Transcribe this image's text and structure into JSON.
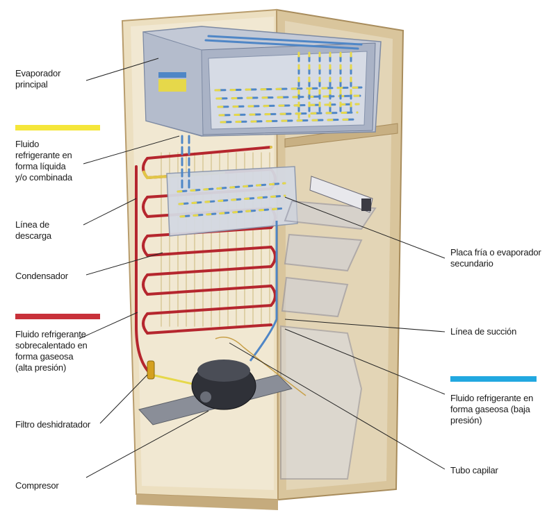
{
  "labels": {
    "evaporador": "Evaporador\nprincipal",
    "fluido_liquido": "Fluido\nrefrigerante en\nforma líquida\ny/o combinada",
    "linea_descarga": "Línea de\ndescarga",
    "condensador": "Condensador",
    "fluido_sobrecalentado": "Fluido refrigerante\nsobrecalentado en\nforma gaseosa\n (alta presión)",
    "filtro": "Filtro deshidratador",
    "compresor": "Compresor",
    "placa_fria": "Placa fría o evaporador\nsecundario",
    "linea_succion": "Línea de succión",
    "fluido_baja": "Fluido refrigerante en\nforma gaseosa (baja\npresión)",
    "tubo_capilar": "Tubo capilar"
  },
  "legend_colors": {
    "liquid": "#f5e63a",
    "hot_gas": "#c8313a",
    "low_gas": "#22a8e0"
  },
  "colors": {
    "cabinet": "#e8d8b4",
    "cabinet_edge": "#b89c6c",
    "door": "#d9c59c",
    "evaporator": "#c3c9d6",
    "pipe_blue": "#4f86c6",
    "pipe_yellow": "#e6d84a",
    "pipe_red": "#b5262e"
  }
}
